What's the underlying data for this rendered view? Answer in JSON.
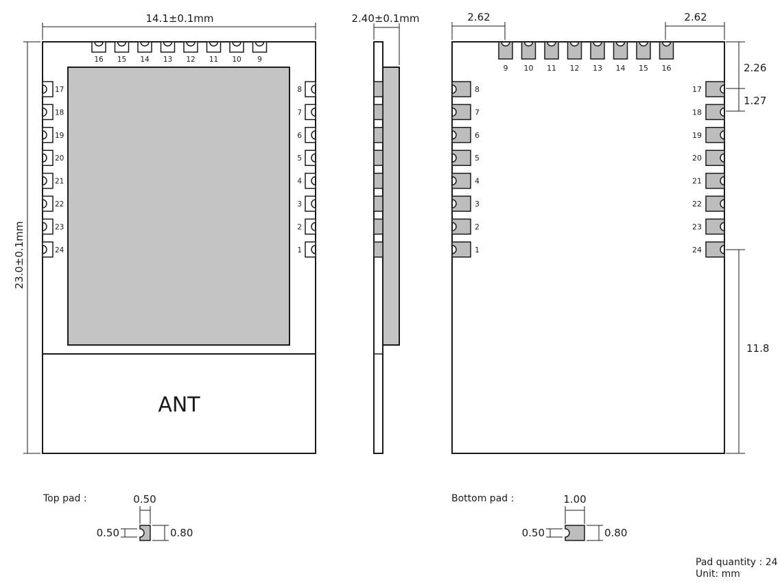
{
  "colors": {
    "line": "#1a1a1a",
    "pad": "#bdbdbd",
    "shield": "#c4c4c4",
    "background": "#ffffff"
  },
  "top_view": {
    "width_dim": "14.1±0.1mm",
    "height_dim": "23.0±0.1mm",
    "antenna_label": "ANT",
    "top_pins": [
      "16",
      "15",
      "14",
      "13",
      "12",
      "11",
      "10",
      "9"
    ],
    "left_pins": [
      "17",
      "18",
      "19",
      "20",
      "21",
      "22",
      "23",
      "24"
    ],
    "right_pins": [
      "8",
      "7",
      "6",
      "5",
      "4",
      "3",
      "2",
      "1"
    ]
  },
  "side_view": {
    "thickness_dim": "2.40±0.1mm"
  },
  "bottom_view": {
    "left_offset_dim": "2.62",
    "right_offset_dim": "2.62",
    "top_offset_dim": "2.26",
    "pitch_dim": "1.27",
    "bottom_clearance_dim": "11.8",
    "top_pins": [
      "9",
      "10",
      "11",
      "12",
      "13",
      "14",
      "15",
      "16"
    ],
    "left_pins": [
      "8",
      "7",
      "6",
      "5",
      "4",
      "3",
      "2",
      "1"
    ],
    "right_pins": [
      "17",
      "18",
      "19",
      "20",
      "21",
      "22",
      "23",
      "24"
    ]
  },
  "top_pad": {
    "label": "Top pad :",
    "width": "0.50",
    "inset": "0.50",
    "height": "0.80"
  },
  "bottom_pad": {
    "label": "Bottom pad :",
    "width": "1.00",
    "inset": "0.50",
    "height": "0.80"
  },
  "notes": {
    "pad_quantity": "Pad quantity : 24",
    "unit": "Unit:  mm"
  }
}
